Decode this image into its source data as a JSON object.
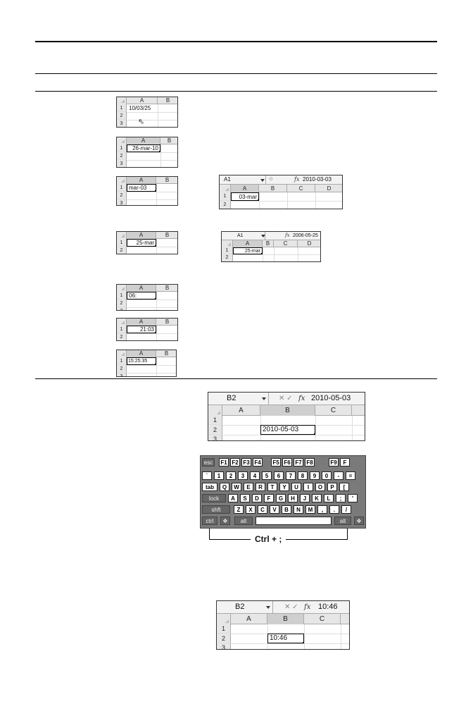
{
  "sheets": {
    "s1": {
      "cols": [
        "A",
        "B"
      ],
      "rows": [
        "1",
        "2",
        "3"
      ],
      "value": "10/03/25"
    },
    "s2": {
      "cols": [
        "A",
        "B"
      ],
      "rows": [
        "1",
        "2",
        "3"
      ],
      "value": "26-mar-10"
    },
    "s3": {
      "cols": [
        "A",
        "B"
      ],
      "rows": [
        "1",
        "2",
        "3"
      ],
      "value": "mar-03"
    },
    "s3f": {
      "namebox": "A1",
      "formula": "2010-03-03",
      "cols": [
        "A",
        "B",
        "C",
        "D"
      ],
      "rows": [
        "1",
        "2"
      ],
      "value": "03-mar"
    },
    "s4": {
      "cols": [
        "A",
        "B"
      ],
      "rows": [
        "1",
        "2"
      ],
      "value": "25-mar"
    },
    "s4f": {
      "namebox": "A1",
      "formula": "2006-05-25",
      "cols": [
        "A",
        "B",
        "C",
        "D"
      ],
      "rows": [
        "1",
        "2"
      ],
      "value": "25-mar"
    },
    "s5": {
      "cols": [
        "A",
        "B"
      ],
      "rows": [
        "1",
        "2",
        "3"
      ],
      "value": "06:"
    },
    "s6": {
      "cols": [
        "A",
        "B"
      ],
      "rows": [
        "1",
        "2"
      ],
      "value": "21:03"
    },
    "s7": {
      "cols": [
        "A",
        "B"
      ],
      "rows": [
        "1",
        "2",
        "3"
      ],
      "value": "15:25:35"
    },
    "big1": {
      "namebox": "B2",
      "formula": "2010-05-03",
      "cols": [
        "A",
        "B",
        "C"
      ],
      "rows": [
        "1",
        "2",
        "3"
      ],
      "value": "2010-05-03"
    },
    "big2": {
      "namebox": "B2",
      "formula": "10:46",
      "cols": [
        "A",
        "B",
        "C"
      ],
      "rows": [
        "1",
        "2",
        "3"
      ],
      "value": "10:46"
    }
  },
  "fx_symbol": "fx",
  "formula_icons": "✕ ✓",
  "keyboard": {
    "row0": [
      "esc",
      "F1",
      "F2",
      "F3",
      "F4",
      "F5",
      "F6",
      "F7",
      "F8",
      "F9",
      "F"
    ],
    "row1": [
      "`",
      "1",
      "2",
      "3",
      "4",
      "5",
      "6",
      "7",
      "8",
      "9",
      "0",
      "-",
      "="
    ],
    "row2": [
      "tab",
      "Q",
      "W",
      "E",
      "R",
      "T",
      "Y",
      "U",
      "I",
      "O",
      "P",
      "["
    ],
    "row3": [
      "lock",
      "A",
      "S",
      "D",
      "F",
      "G",
      "H",
      "J",
      "K",
      "L",
      ";",
      "'"
    ],
    "row4": [
      "shft",
      "Z",
      "X",
      "C",
      "V",
      "B",
      "N",
      "M",
      ",",
      ".",
      "/"
    ],
    "row5": [
      "ctrl",
      "alt",
      "alt"
    ],
    "shortcut_label": "Ctrl + ;"
  }
}
